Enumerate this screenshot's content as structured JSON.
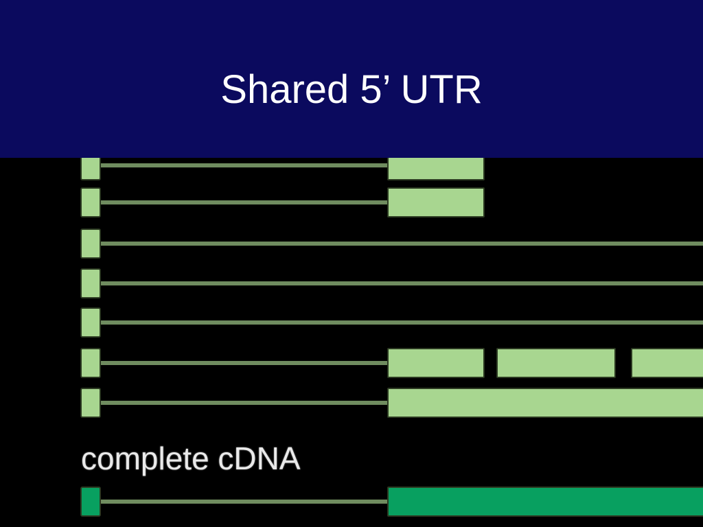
{
  "slide": {
    "title": "Shared 5’ UTR",
    "label": "complete cDNA"
  },
  "colors": {
    "title_bar": "#0b0a5e",
    "background": "#000000",
    "exon_light": "#a8d690",
    "exon_dark": "#08a060",
    "intron": "#6f8c5f"
  },
  "transcripts": [
    {
      "name": "transcript-1",
      "type": "light",
      "exons": [
        "first",
        "mid-short"
      ]
    },
    {
      "name": "transcript-2",
      "type": "light",
      "exons": [
        "first",
        "mid-short"
      ]
    },
    {
      "name": "transcript-3",
      "type": "light",
      "exons": [
        "first"
      ]
    },
    {
      "name": "transcript-4",
      "type": "light",
      "exons": [
        "first"
      ]
    },
    {
      "name": "transcript-5",
      "type": "light",
      "exons": [
        "first"
      ]
    },
    {
      "name": "transcript-6",
      "type": "light",
      "exons": [
        "first",
        "mid-short",
        "second",
        "third"
      ]
    },
    {
      "name": "transcript-7",
      "type": "light",
      "exons": [
        "first",
        "long"
      ]
    },
    {
      "name": "complete-cdna",
      "type": "dark",
      "exons": [
        "first",
        "long"
      ]
    }
  ]
}
